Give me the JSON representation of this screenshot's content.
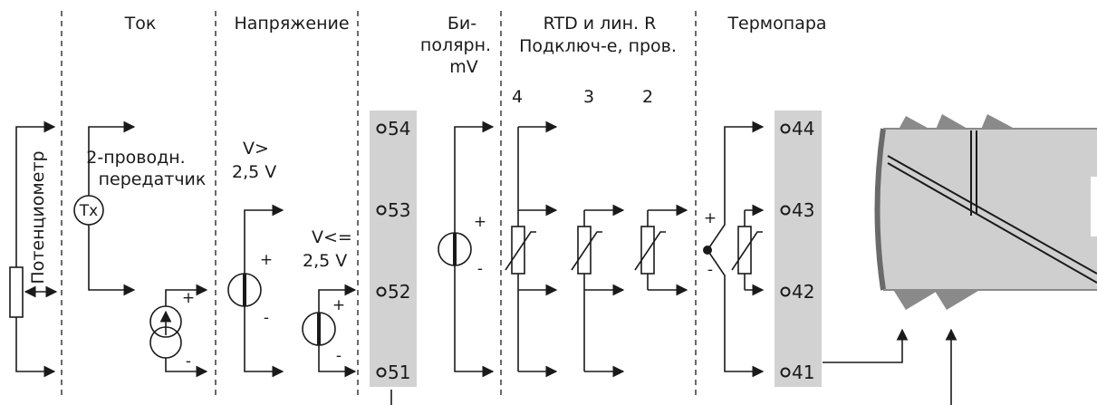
{
  "headers": {
    "current": "Ток",
    "voltage": "Напряжение",
    "bipolar_1": "Би-",
    "bipolar_2": "полярн.",
    "bipolar_3": "mV",
    "rtd_1": "RTD и лин. R",
    "rtd_2": "Подключ-е, пров.",
    "thermocouple": "Термопара"
  },
  "labels": {
    "potentiometer": "Потенциометр",
    "transmitter_1": "2-проводн.",
    "transmitter_2": "передатчик",
    "transmitter_symbol": "Tx",
    "v_high_1": "V>",
    "v_high_2": "2,5 V",
    "v_low_1": "V<=",
    "v_low_2": "2,5 V",
    "wires_4": "4",
    "wires_3": "3",
    "wires_2": "2",
    "plus": "+",
    "minus": "-"
  },
  "terminals_left": [
    "54",
    "53",
    "52",
    "51"
  ],
  "terminals_right": [
    "44",
    "43",
    "42",
    "41"
  ],
  "colors": {
    "terminal_strip": "#d2d2d2",
    "device_body": "#cfcfcf",
    "device_edge": "#8a8a8a",
    "ink": "#1a1a1a"
  }
}
